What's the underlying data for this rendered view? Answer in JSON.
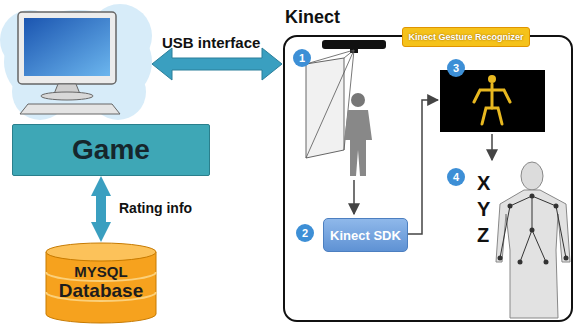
{
  "diagram": {
    "nodes": [
      {
        "text": [
          "Game"
        ]
      },
      {
        "text": [
          "MYSQL",
          "Database"
        ]
      },
      {
        "text": [
          "Kinect"
        ]
      },
      {
        "text": [
          "Kinect Gesture Recognizer"
        ],
        "in": 2
      },
      {
        "text": [
          "1"
        ],
        "in": 2
      },
      {
        "text": [
          "3"
        ],
        "in": 2
      },
      {
        "text": [
          "2"
        ],
        "in": 2
      },
      {
        "text": [
          "Kinect SDK"
        ],
        "in": 2
      },
      {
        "text": [
          "4"
        ],
        "in": 2
      }
    ],
    "edges": [
      {
        "from": 0,
        "to": 1,
        "arrow": "both",
        "label": "Rating info"
      }
    ],
    "labels": [
      "USB interface",
      "X",
      "Y",
      "Z"
    ]
  }
}
